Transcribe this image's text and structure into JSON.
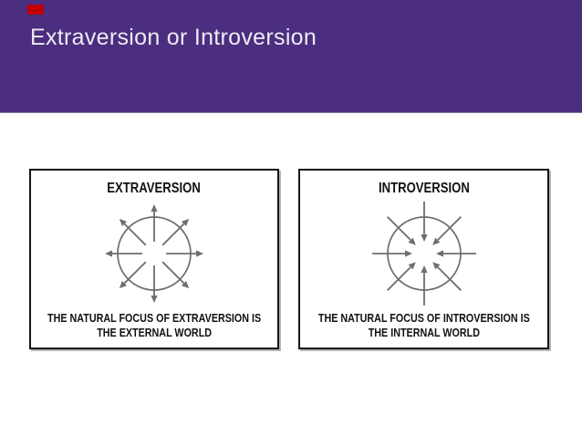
{
  "header": {
    "title": "Extraversion or Introversion",
    "background_color": "#4B2E7F",
    "title_color": "#EDEBF3",
    "accent_mark_color": "#C00000"
  },
  "panels": [
    {
      "title": "EXTRAVERSION",
      "caption_line1": "THE NATURAL FOCUS OF EXTRAVERSION IS",
      "caption_line2": "THE EXTERNAL WORLD",
      "arrow_direction": "outward",
      "arrow_count": 8,
      "diagram_color": "#6E6E6E"
    },
    {
      "title": "INTROVERSION",
      "caption_line1": "THE NATURAL FOCUS OF INTROVERSION IS",
      "caption_line2": "THE INTERNAL WORLD",
      "arrow_direction": "inward",
      "arrow_count": 8,
      "diagram_color": "#6E6E6E"
    }
  ],
  "colors": {
    "panel_border": "#161616",
    "panel_background": "#FFFFFF",
    "text": "#111111",
    "slide_background": "#FFFFFF"
  }
}
